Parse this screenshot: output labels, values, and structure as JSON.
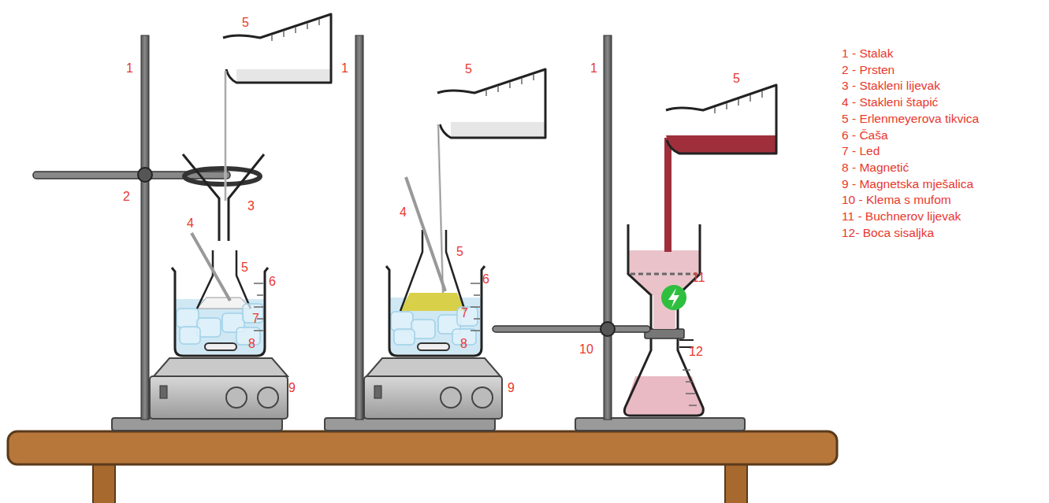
{
  "diagram": {
    "labels": [
      "5",
      "1",
      "2",
      "3",
      "4",
      "5",
      "6",
      "7",
      "8",
      "9",
      "1",
      "5",
      "4",
      "5",
      "6",
      "7",
      "8",
      "9",
      "1",
      "5",
      "11",
      "10",
      "12",
      "1 - Stalak",
      "2 - Prsten",
      "3 - Stakleni lijevak",
      "4 - Stakleni štapić",
      "5 - Erlenmeyerova tikvica",
      "6 - Čaša",
      "7 - Led",
      "8 - Magnetić",
      "9 - Magnetska mješalica",
      "10 - Klema s mufom",
      "11 - Buchnerov lijevak",
      "12- Boca sisaljka"
    ]
  }
}
